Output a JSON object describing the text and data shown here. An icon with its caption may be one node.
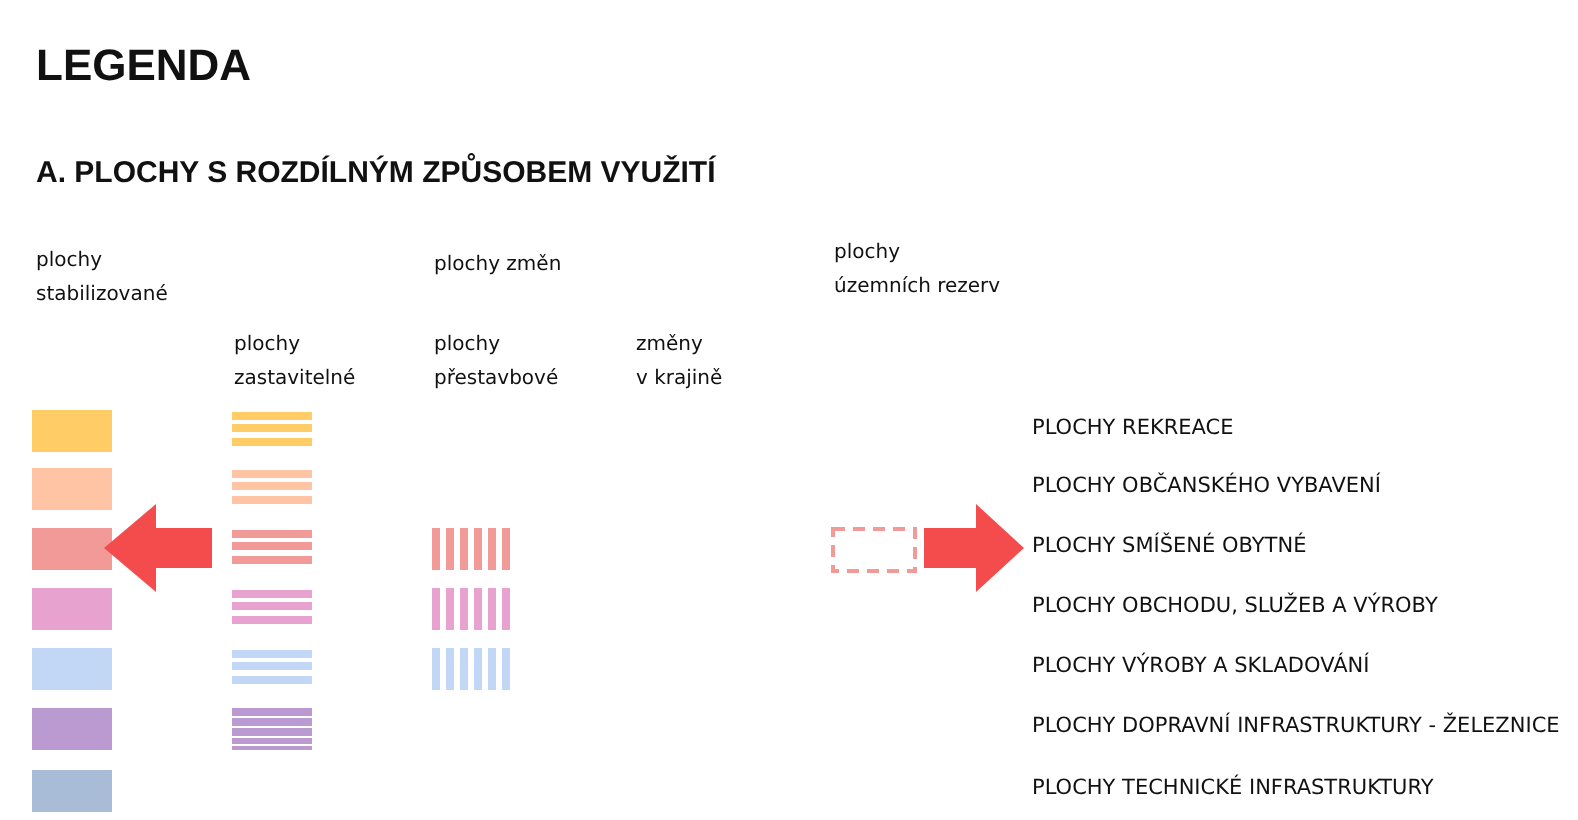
{
  "diagram": {
    "title": "LEGENDA",
    "labels": [
      "A. PLOCHY S ROZDÍLNÝM ZPŮSOBEM VYUŽITÍ",
      "plochy stabilizované",
      "plochy změn",
      "plochy územních rezerv",
      "plochy zastavitelné",
      "plochy přestavbové",
      "změny v krajině"
    ],
    "legend": [
      {
        "text": "PLOCHY REKREACE",
        "color": "#ffcc66"
      },
      {
        "text": "PLOCHY OBČANSKÉHO VYBAVENÍ",
        "color": "#ffc4a3"
      },
      {
        "text": "PLOCHY SMÍŠENÉ OBYTNÉ",
        "color": "#f29a98"
      },
      {
        "text": "PLOCHY OBCHODU, SLUŽEB A VÝROBY",
        "color": "#e8a2cf"
      },
      {
        "text": "PLOCHY VÝROBY A SKLADOVÁNÍ",
        "color": "#c2d6f5"
      },
      {
        "text": "PLOCHY DOPRAVNÍ INFRASTRUKTURY - ŽELEZNICE",
        "color": "#bb99d1"
      },
      {
        "text": "PLOCHY TECHNICKÉ INFRASTRUKTURY",
        "color": "#a8bcd8"
      }
    ]
  }
}
